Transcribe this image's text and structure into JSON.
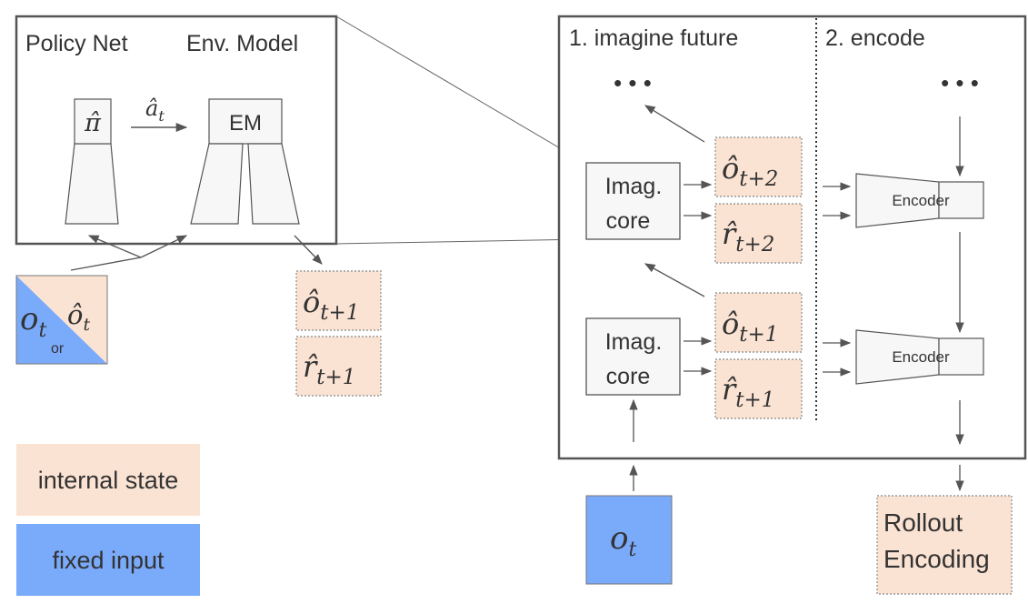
{
  "left_panel": {
    "policy_title": "Policy Net",
    "env_title": "Env. Model",
    "policy_symbol": "π̂",
    "action_base": "â",
    "action_sub": "t",
    "em_label": "EM"
  },
  "input_tile": {
    "obs_base": "o",
    "obs_sub": "t",
    "or_label": "or",
    "imag_base": "ô",
    "imag_sub": "t"
  },
  "predicted": {
    "obs_base": "ô",
    "obs_sub": "t+1",
    "rew_base": "r̂",
    "rew_sub": "t+1"
  },
  "right_panel": {
    "section1_title": "1. imagine future",
    "section2_title": "2. encode",
    "dots_left": "• • •",
    "dots_right": "• • •",
    "core_line1": "Imag.",
    "core_line2": "core",
    "upper": {
      "obs_base": "ô",
      "obs_sub": "t+2",
      "rew_base": "r̂",
      "rew_sub": "t+2"
    },
    "lower": {
      "obs_base": "ô",
      "obs_sub": "t+1",
      "rew_base": "r̂",
      "rew_sub": "t+1"
    },
    "encoder_label": "Encoder"
  },
  "bottom": {
    "obs_base": "o",
    "obs_sub": "t",
    "rollout_line1": "Rollout",
    "rollout_line2": "Encoding"
  },
  "legend": {
    "internal": "internal state",
    "fixed": "fixed input"
  },
  "colors": {
    "internal_state": "#fbe3d3",
    "fixed_input": "#7aaafa",
    "stroke": "#555555",
    "box_fill": "#f7f7f7"
  }
}
